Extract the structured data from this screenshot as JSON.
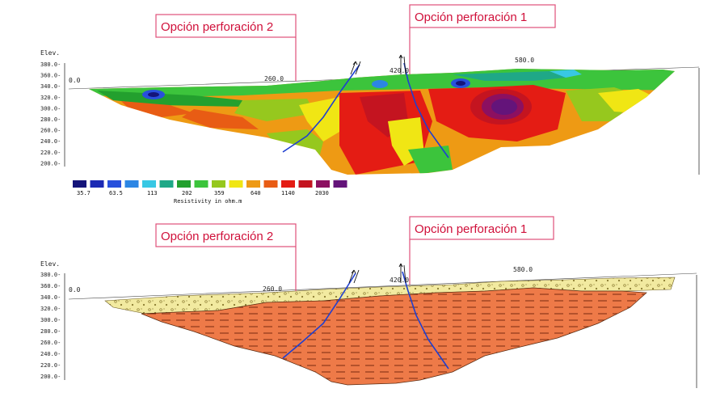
{
  "callouts": {
    "top_option2": "Opción perforación 2",
    "top_option1": "Opción perforación 1",
    "bottom_option2": "Opción perforación 2",
    "bottom_option1": "Opción perforación 1"
  },
  "colors": {
    "callout_border": "#e0507a",
    "callout_text": "#d0103a",
    "fault_line": "#1f3fd0",
    "sediment_fill": "#f2eaa0",
    "rock_fill": "#ee7a48"
  },
  "section_top": {
    "elev_label": "Elev.",
    "elevations": [
      "380.0",
      "360.0",
      "340.0",
      "320.0",
      "300.0",
      "280.0",
      "260.0",
      "240.0",
      "220.0",
      "200.0"
    ],
    "distances": [
      "0.0",
      "260.0",
      "420.0",
      "580.0"
    ],
    "legend": {
      "title": "Resistivity in ohm.m",
      "values": [
        "35.7",
        "63.5",
        "113",
        "202",
        "359",
        "640",
        "1140",
        "2030"
      ],
      "swatch_colors": [
        "#14147a",
        "#1c2ab4",
        "#2850dc",
        "#2c86e4",
        "#38c8e4",
        "#1fa887",
        "#23a02e",
        "#3cc43c",
        "#96c81e",
        "#f0e614",
        "#ee9a14",
        "#e85c14",
        "#e41c14",
        "#c41420",
        "#8c1060",
        "#64147a"
      ]
    }
  },
  "section_bottom": {
    "elev_label": "Elev.",
    "elevations": [
      "380.0",
      "360.0",
      "340.0",
      "320.0",
      "300.0",
      "280.0",
      "260.0",
      "240.0",
      "220.0",
      "200.0"
    ],
    "distances": [
      "0.0",
      "260.0",
      "420.0",
      "580.0"
    ]
  }
}
